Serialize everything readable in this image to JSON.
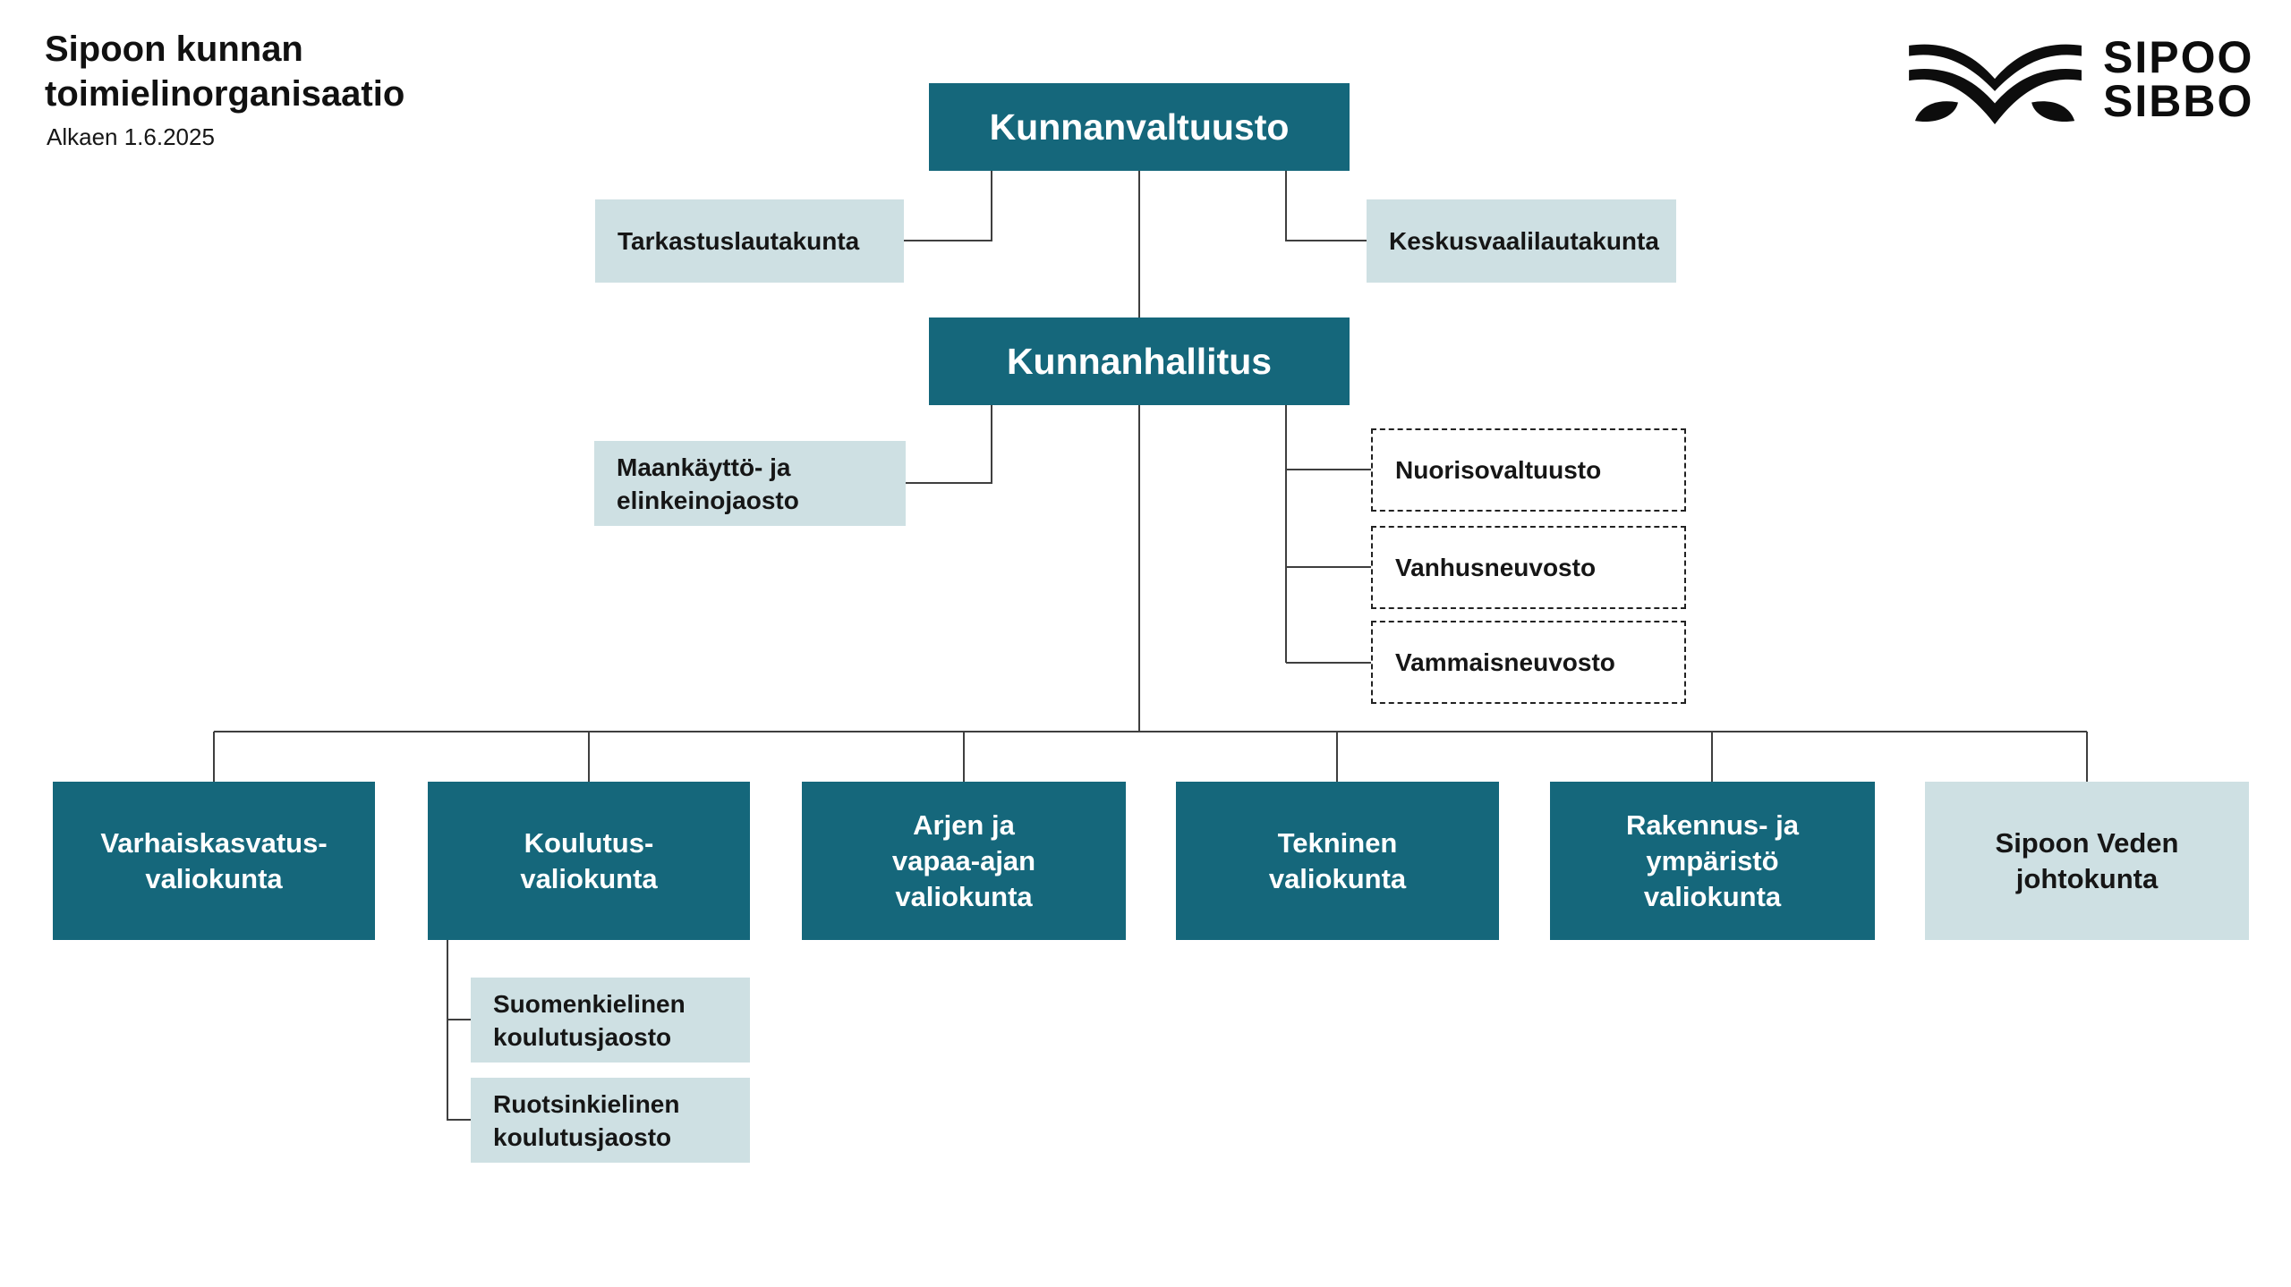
{
  "header": {
    "title": "Sipoon kunnan\ntoimielinorganisaatio",
    "subtitle": "Alkaen 1.6.2025"
  },
  "logo": {
    "line1": "SIPOO",
    "line2": "SIBBO",
    "mark_icon": "sipoo-open-book-bird-mark"
  },
  "colors": {
    "dark_teal": "#15677B",
    "light_teal": "#CEE0E3",
    "connector_line": "#3F3F3F",
    "text_on_dark": "#FFFFFF",
    "text_on_light": "#161616"
  },
  "org": {
    "kunnanvaltuusto": {
      "label": "Kunnanvaltuusto"
    },
    "tarkastuslautakunta": {
      "label": "Tarkastuslautakunta"
    },
    "keskusvaalilautakunta": {
      "label": "Keskusvaalilautakunta"
    },
    "kunnanhallitus": {
      "label": "Kunnanhallitus"
    },
    "maankaytto_jaosto": {
      "label": "Maankäyttö- ja\nelinkeinojaosto"
    },
    "nuorisovaltuusto": {
      "label": "Nuorisovaltuusto"
    },
    "vanhusneuvosto": {
      "label": "Vanhusneuvosto"
    },
    "vammaisneuvosto": {
      "label": "Vammaisneuvosto"
    },
    "varhaiskasvatus": {
      "label": "Varhaiskasvatus-\nvaliokunta"
    },
    "koulutus": {
      "label": "Koulutus-\nvaliokunta"
    },
    "arjen_vapaa_ajan": {
      "label": "Arjen ja\nvapaa-ajan\nvaliokunta"
    },
    "tekninen": {
      "label": "Tekninen\nvaliokunta"
    },
    "rakennus_ymparisto": {
      "label": "Rakennus- ja\nympäristö\nvaliokunta"
    },
    "sipoon_veden": {
      "label": "Sipoon Veden\njohtokunta"
    },
    "suomenkielinen_jaosto": {
      "label": "Suomenkielinen\nkoulutusjaosto"
    },
    "ruotsinkielinen_jaosto": {
      "label": "Ruotsinkielinen\nkoulutusjaosto"
    }
  }
}
